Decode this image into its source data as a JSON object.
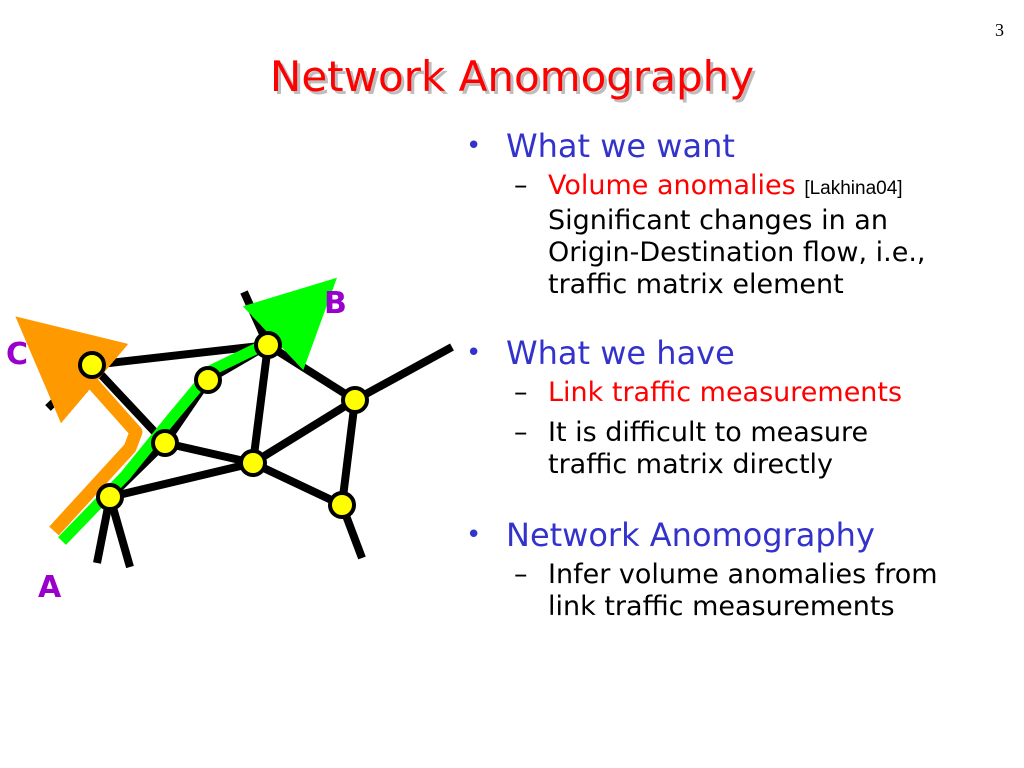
{
  "slide": {
    "page_number": "3",
    "title": "Network Anomography"
  },
  "bullets": [
    {
      "heading": "What we want",
      "subs": [
        {
          "highlight": "Volume anomalies",
          "citation": "[Lakhina04]",
          "lines": [
            "Significant changes in an",
            "Origin-Destination flow, i.e.,",
            "traffic matrix element"
          ]
        }
      ]
    },
    {
      "heading": "What we have",
      "subs": [
        {
          "highlight_lines": [
            "Link traffic measurements"
          ]
        },
        {
          "lines": [
            "It is difficult to measure",
            "traffic matrix directly"
          ]
        }
      ]
    },
    {
      "heading": "Network Anomography",
      "subs": [
        {
          "lines": [
            "Infer volume anomalies from",
            "link traffic measurements"
          ]
        }
      ]
    }
  ],
  "diagram": {
    "labels": {
      "a": "A",
      "b": "B",
      "c": "C"
    },
    "colors": {
      "label": "#9900cc",
      "node": "#ffff00",
      "link": "#000000",
      "path_a_to_b": "#00ff00",
      "path_a_to_c": "#ff9900"
    }
  }
}
